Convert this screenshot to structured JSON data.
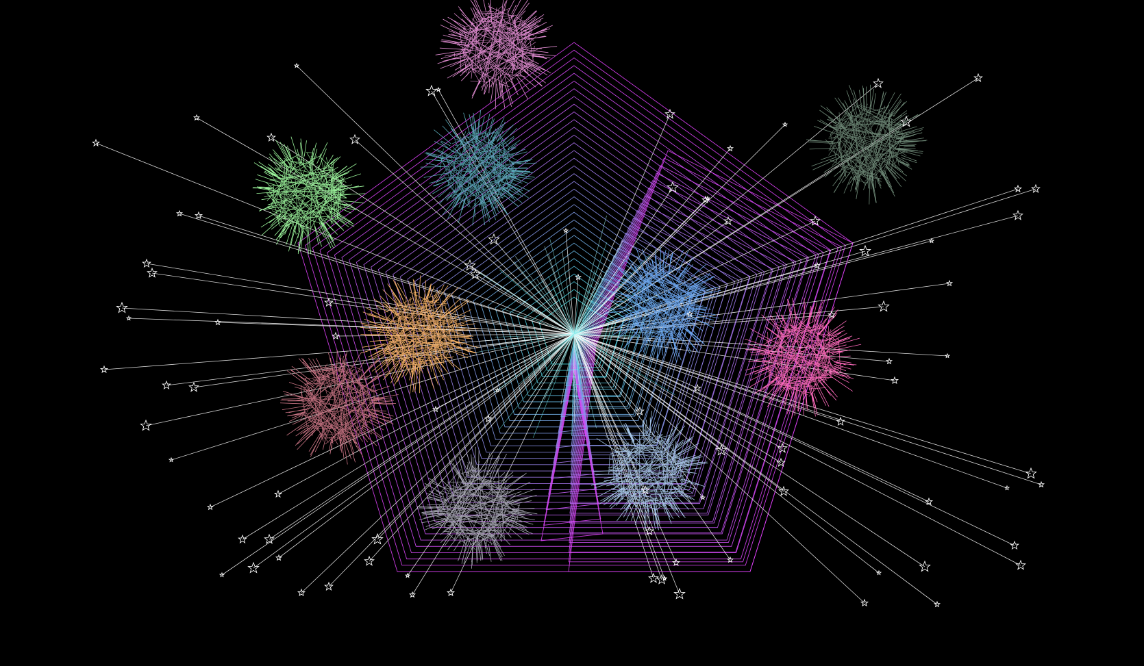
{
  "palette": {
    "background": "#000000",
    "ray": "#ffffff",
    "star": "#ffffff",
    "pentagon_outer": "#e040fb",
    "pentagon_inner": "#40e0e0"
  },
  "balls": [
    {
      "name": "pink-ball",
      "color": "#e58fd6"
    },
    {
      "name": "teal-ball",
      "color": "#5aa9b8"
    },
    {
      "name": "green-ball",
      "color": "#9cf59c"
    },
    {
      "name": "gray-green-ball",
      "color": "#6f8a78"
    },
    {
      "name": "orange-ball",
      "color": "#f7b368"
    },
    {
      "name": "blue-ball",
      "color": "#6aa6f0"
    },
    {
      "name": "hot-pink-ball",
      "color": "#ff6bbd"
    },
    {
      "name": "rose-ball",
      "color": "#c97484"
    },
    {
      "name": "gray-ball",
      "color": "#a8a8b5"
    },
    {
      "name": "light-blue-ball",
      "color": "#a6c6e6"
    }
  ]
}
